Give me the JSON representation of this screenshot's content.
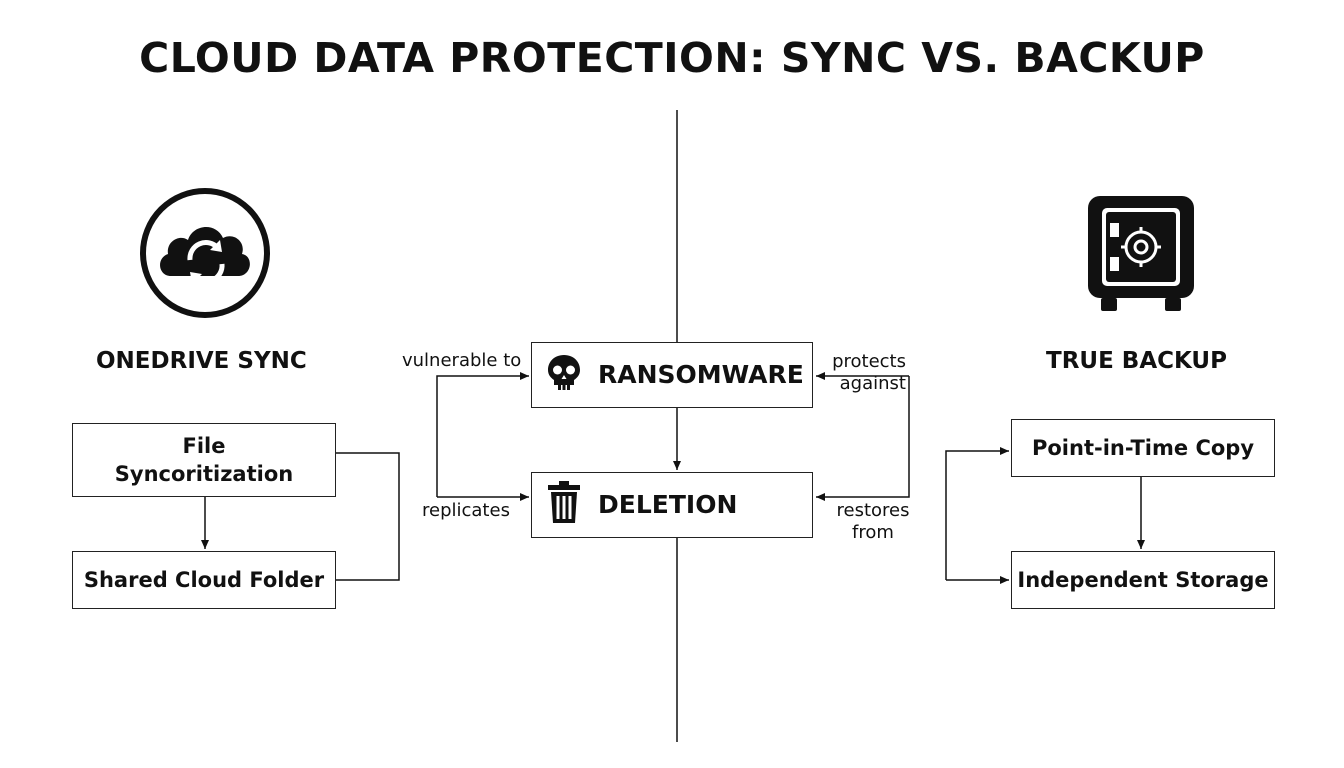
{
  "title": "CLOUD DATA PROTECTION: SYNC VS. BACKUP",
  "left": {
    "heading": "ONEDRIVE SYNC",
    "icon": "cloud-sync-icon",
    "boxes": [
      "File Syncoritization",
      "Shared Cloud Folder"
    ]
  },
  "right": {
    "heading": "TRUE BACKUP",
    "icon": "safe-icon",
    "boxes": [
      "Point-in-Time Copy",
      "Independent Storage"
    ]
  },
  "center": {
    "ransomware": {
      "label": "RANSOMWARE",
      "icon": "skull-icon"
    },
    "deletion": {
      "label": "DELETION",
      "icon": "trash-icon"
    }
  },
  "edges": {
    "vulnerable_to": "vulnerable to",
    "replicates": "replicates",
    "protects_against_1": "protects",
    "protects_against_2": "against",
    "restores_from_1": "restores",
    "restores_from_2": "from"
  }
}
